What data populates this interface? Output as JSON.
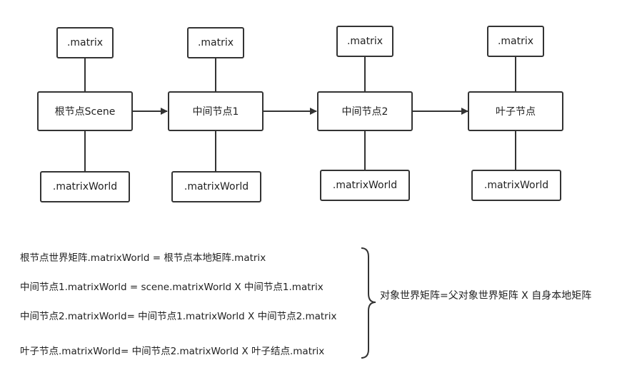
{
  "diagram": {
    "nodes": {
      "matrix": [
        ".matrix",
        ".matrix",
        ".matrix",
        ".matrix"
      ],
      "main": [
        "根节点Scene",
        "中间节点1",
        "中间节点2",
        "叶子节点"
      ],
      "world": [
        ".matrixWorld",
        ".matrixWorld",
        ".matrixWorld",
        ".matrixWorld"
      ]
    },
    "formulas": [
      "根节点世界矩阵.matrixWorld = 根节点本地矩阵.matrix",
      "中间节点1.matrixWorld = scene.matrixWorld X 中间节点1.matrix",
      "中间节点2.matrixWorld= 中间节点1.matrixWorld X 中间节点2.matrix",
      "叶子节点.matrixWorld= 中间节点2.matrixWorld X 叶子结点.matrix"
    ],
    "summary": "对象世界矩阵=父对象世界矩阵 X 自身本地矩阵",
    "line_color": "#333333"
  }
}
